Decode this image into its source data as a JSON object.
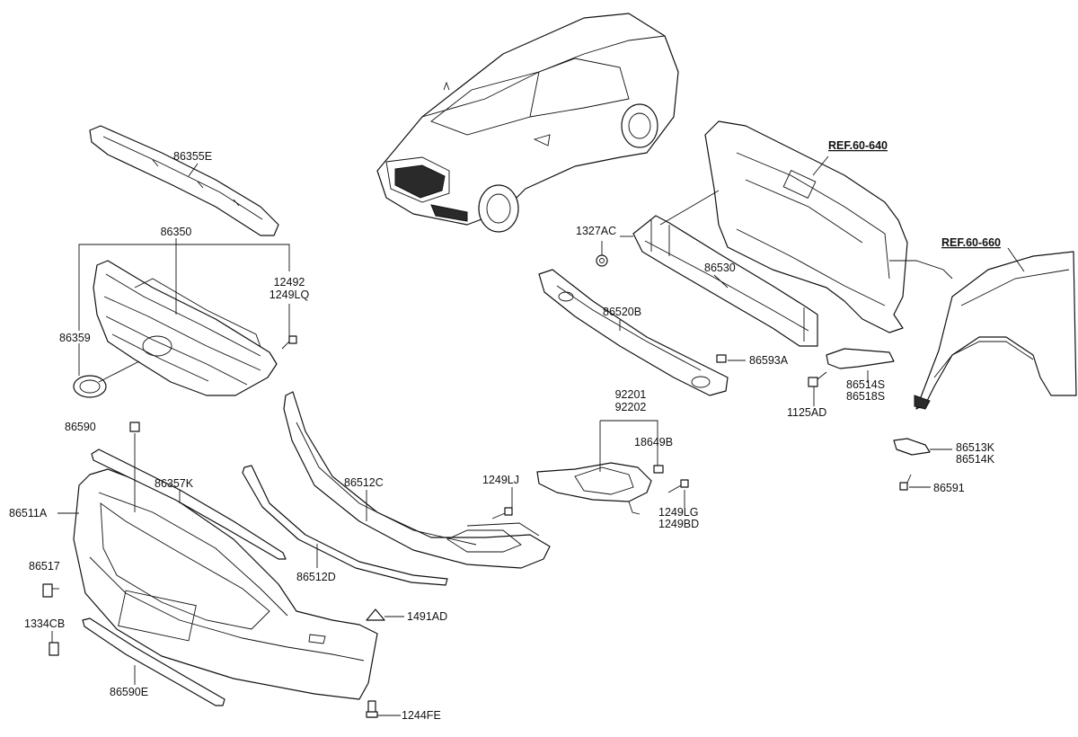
{
  "labels": {
    "p86355E": "86355E",
    "p86350": "86350",
    "p12492": "12492",
    "p1249LQ": "1249LQ",
    "p86359": "86359",
    "p86590": "86590",
    "p86357K": "86357K",
    "p86511A": "86511A",
    "p86517": "86517",
    "p1334CB": "1334CB",
    "p86590E": "86590E",
    "p1244FE": "1244FE",
    "p1491AD": "1491AD",
    "p86512C": "86512C",
    "p86512D": "86512D",
    "p1249LJ": "1249LJ",
    "p92201": "92201",
    "p92202": "92202",
    "p18649B": "18649B",
    "p1249LG": "1249LG",
    "p1249BD": "1249BD",
    "p1327AC": "1327AC",
    "p86530": "86530",
    "p86520B": "86520B",
    "p86593A": "86593A",
    "p1125AD": "1125AD",
    "p86514S": "86514S",
    "p86518S": "86518S",
    "p86513K": "86513K",
    "p86514K": "86514K",
    "p86591": "86591",
    "ref640": "REF.60-640",
    "ref660": "REF.60-660"
  }
}
